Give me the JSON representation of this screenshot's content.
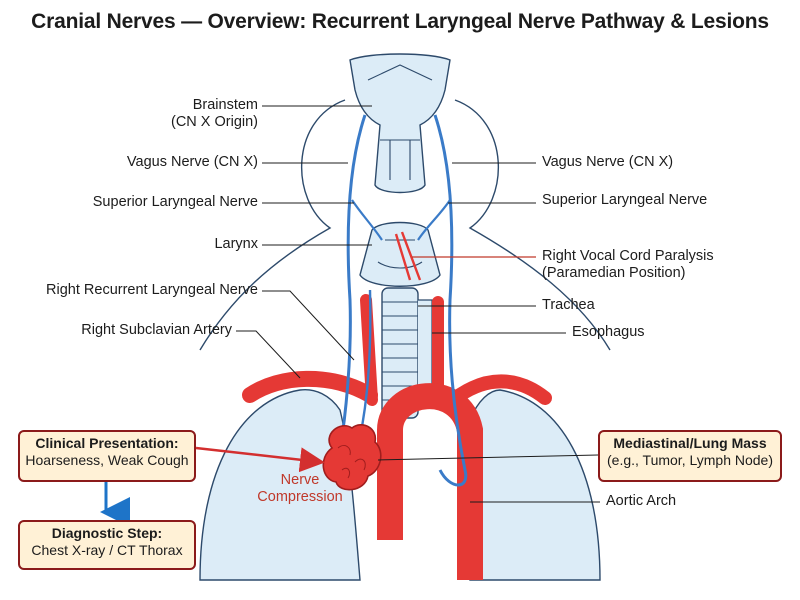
{
  "title": "Cranial Nerves — Overview: Recurrent Laryngeal Nerve Pathway & Lesions",
  "labels_left": {
    "brainstem_line1": "Brainstem",
    "brainstem_line2": "(CN X Origin)",
    "vagus": "Vagus Nerve (CN X)",
    "superior_laryngeal": "Superior Laryngeal Nerve",
    "larynx": "Larynx",
    "right_recurrent": "Right Recurrent Laryngeal Nerve",
    "right_subclavian": "Right Subclavian Artery"
  },
  "labels_right": {
    "vagus": "Vagus Nerve (CN X)",
    "superior_laryngeal": "Superior Laryngeal Nerve",
    "vocal_cord_line1": "Right Vocal Cord Paralysis",
    "vocal_cord_line2": "(Paramedian Position)",
    "trachea": "Trachea",
    "esophagus": "Esophagus",
    "aortic_arch": "Aortic Arch"
  },
  "boxes": {
    "clinical": {
      "heading": "Clinical Presentation:",
      "text": "Hoarseness, Weak Cough"
    },
    "diagnostic": {
      "heading": "Diagnostic Step:",
      "text": "Chest X-ray / CT Thorax"
    },
    "mass": {
      "heading": "Mediastinal/Lung Mass",
      "text": "(e.g., Tumor, Lymph Node)"
    }
  },
  "compression_line1": "Nerve",
  "compression_line2": "Compression",
  "colors": {
    "artery": "#e53935",
    "nerve": "#3a7bc8",
    "tissue": "#dcecf7",
    "outline": "#2d4a6b",
    "box_border": "#8b1a1a",
    "box_fill": "#fff1d6",
    "arrow_red": "#d32f2f",
    "arrow_blue": "#1e74c8"
  }
}
